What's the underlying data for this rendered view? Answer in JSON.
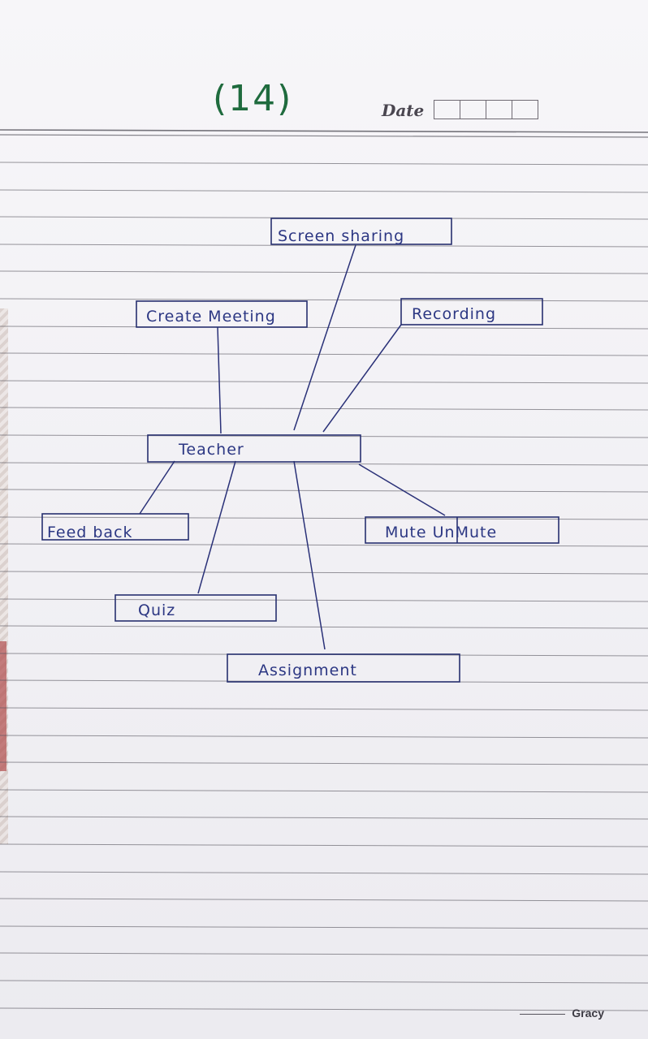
{
  "header": {
    "page_number": "(14)",
    "date_label": "Date"
  },
  "diagram": {
    "center": "Teacher",
    "nodes": [
      {
        "id": "screen-sharing",
        "label": "Screen sharing"
      },
      {
        "id": "create-meeting",
        "label": "Create Meeting"
      },
      {
        "id": "recording",
        "label": "Recording"
      },
      {
        "id": "feedback",
        "label": "Feed back"
      },
      {
        "id": "mute-unmute",
        "label": "Mute UnMute"
      },
      {
        "id": "quiz",
        "label": "Quiz"
      },
      {
        "id": "assignment",
        "label": "Assignment"
      }
    ]
  },
  "footer": {
    "brand": "Gracy"
  },
  "colors": {
    "ink": "#2c3783",
    "page_number_ink": "#1f6b3e",
    "paper": "#f4f3f7",
    "rule": "#55535c"
  }
}
